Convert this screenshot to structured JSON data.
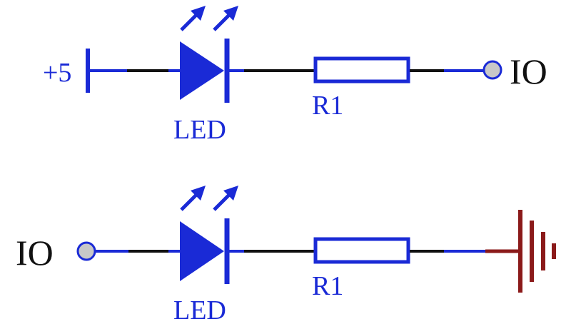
{
  "colors": {
    "component": "#1a2ad6",
    "wire": "#111111",
    "ground": "#8b1a1a",
    "terminal_fill": "#c8c8c8"
  },
  "circuit_top": {
    "supply_label": "+5",
    "led_label": "LED",
    "resistor_label": "R1",
    "terminal_label": "IO"
  },
  "circuit_bottom": {
    "terminal_label": "IO",
    "led_label": "LED",
    "resistor_label": "R1"
  }
}
